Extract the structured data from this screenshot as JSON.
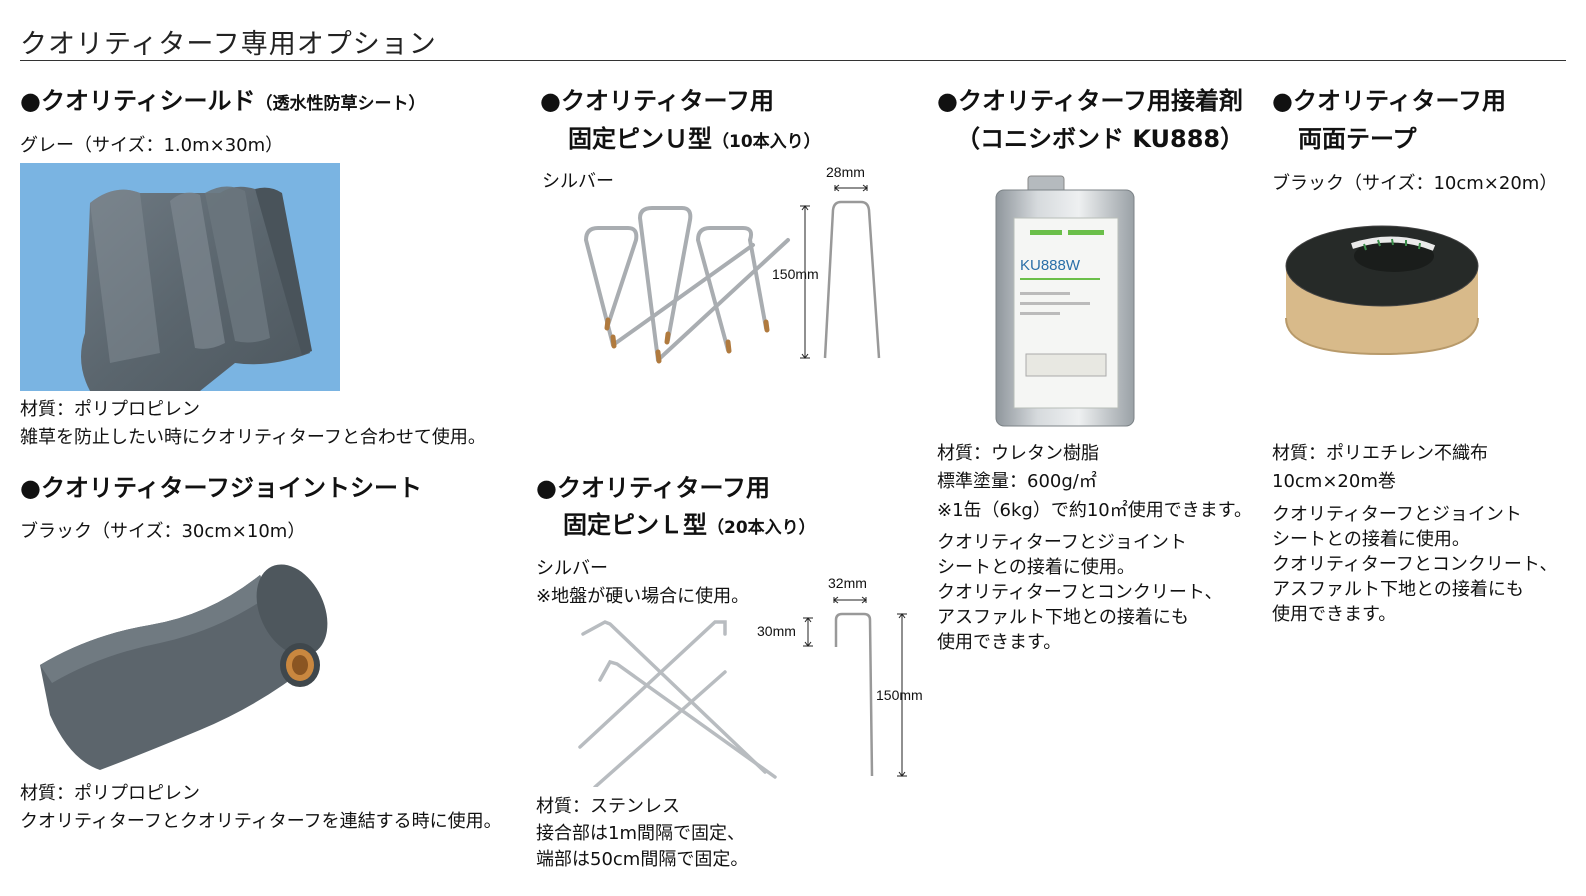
{
  "page": {
    "title": "クオリティターフ専用オプション"
  },
  "shield": {
    "title": "●クオリティシールド",
    "subtitle": "（透水性防草シート）",
    "spec": "グレー（サイズ：1.0m×30m）",
    "material": "材質：ポリプロピレン",
    "note": "雑草を防止したい時にクオリティターフと合わせて使用。"
  },
  "joint": {
    "title": "●クオリティターフジョイントシート",
    "spec": "ブラック（サイズ：30cm×10m）",
    "material": "材質：ポリプロピレン",
    "note": "クオリティターフとクオリティターフを連結する時に使用。"
  },
  "pin_u": {
    "title1": "●クオリティターフ用",
    "title2": "固定ピンＵ型",
    "qty": "（10本入り）",
    "color": "シルバー",
    "dim_width": "28mm",
    "dim_height": "150mm"
  },
  "pin_l": {
    "title1": "●クオリティターフ用",
    "title2": "固定ピンＬ型",
    "qty": "（20本入り）",
    "color": "シルバー",
    "note": "※地盤が硬い場合に使用。",
    "dim_width": "32mm",
    "dim_hook": "30mm",
    "dim_height": "150mm",
    "material": "材質：ステンレス",
    "line1": "接合部は1m間隔で固定、",
    "line2": "端部は50cm間隔で固定。"
  },
  "adhesive": {
    "title1": "●クオリティターフ用接着剤",
    "title2": "（コニシボンド KU888）",
    "can_label": "KU888W",
    "material": "材質：ウレタン樹脂",
    "coverage": "標準塗量：600g/㎡",
    "note": "※1缶（6kg）で約10㎡使用できます。",
    "d1": "クオリティターフとジョイント",
    "d2": "シートとの接着に使用。",
    "d3": "クオリティターフとコンクリート、",
    "d4": "アスファルト下地との接着にも",
    "d5": "使用できます。"
  },
  "tape": {
    "title1": "●クオリティターフ用",
    "title2": "両面テープ",
    "spec": "ブラック（サイズ：10cm×20m）",
    "material": "材質：ポリエチレン不織布",
    "size": "10cm×20m巻",
    "d1": "クオリティターフとジョイント",
    "d2": "シートとの接着に使用。",
    "d3": "クオリティターフとコンクリート、",
    "d4": "アスファルト下地との接着にも",
    "d5": "使用できます。"
  },
  "colors": {
    "photo_bg": "#7ab4e2",
    "sheet": "#5e6a72",
    "tape_tan": "#d8ba8a",
    "tape_black": "#262a28"
  }
}
